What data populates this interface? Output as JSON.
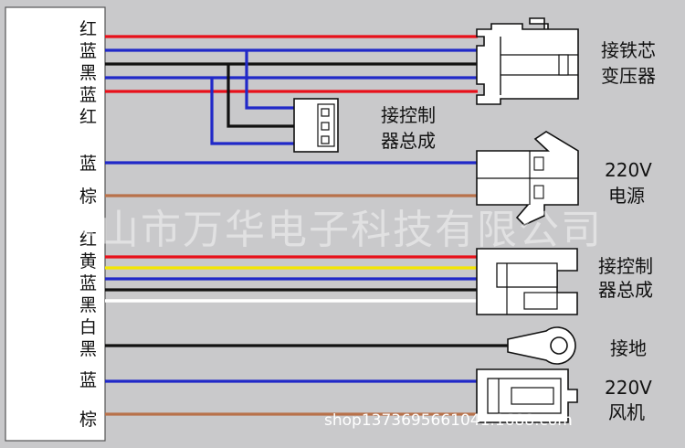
{
  "diagram": {
    "wire_labels": [
      "红",
      "蓝",
      "黑",
      "蓝",
      "红",
      "蓝",
      "棕",
      "红",
      "黄",
      "蓝",
      "黑",
      "白",
      "黑",
      "蓝",
      "棕"
    ],
    "connectors": {
      "transformer": {
        "line1": "接铁芯",
        "line2": "变压器"
      },
      "controller_small": {
        "line1": "接控制",
        "line2": "器总成"
      },
      "power": {
        "line1": "220V",
        "line2": "电源"
      },
      "controller_large": {
        "line1": "接控制",
        "line2": "器总成"
      },
      "ground": {
        "line1": "接地"
      },
      "fan": {
        "line1": "220V",
        "line2": "风机"
      }
    },
    "watermark": "中山市万华电子科技有限公司",
    "footer": "shop1373695661041.1688.com"
  },
  "colors": {
    "red": "#e8101a",
    "blue": "#2028c8",
    "black": "#111111",
    "brown": "#b8714a",
    "yellow": "#f4e600",
    "white": "#ffffff",
    "background": "#c9c9cb"
  }
}
